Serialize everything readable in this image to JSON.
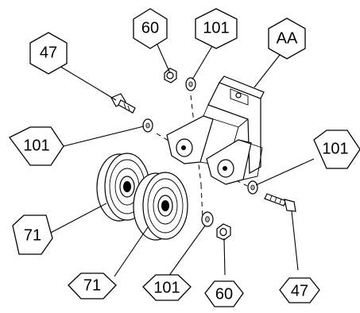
{
  "diagram": {
    "callouts": {
      "bolt_top_left": "47",
      "nut_top": "60",
      "washer_top": "101",
      "bracket": "AA",
      "washer_left": "101",
      "washer_right": "101",
      "pulley_left": "71",
      "pulley_bottom": "71",
      "washer_bottom": "101",
      "nut_bottom": "60",
      "bolt_bottom_right": "47"
    }
  }
}
